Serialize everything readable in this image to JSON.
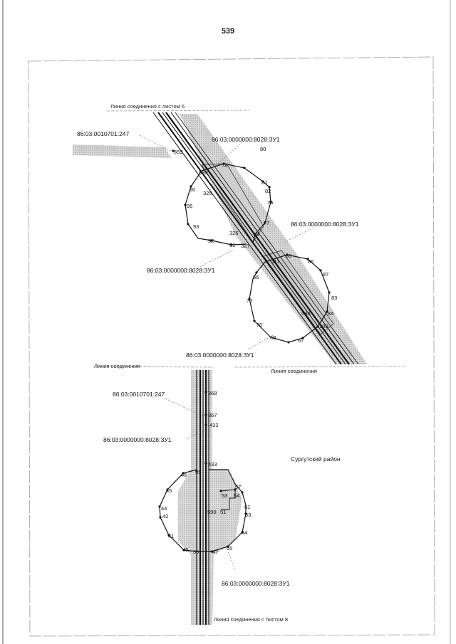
{
  "page": {
    "number": "539"
  },
  "colors": {
    "ink": "#111111",
    "hatch": "#bdbdbd",
    "hatch_dark": "#9a9a9a",
    "frame": "#888888"
  },
  "top_map": {
    "captions": {
      "join_sheet_6": "Линия соединения с листом 6",
      "join": "Линия соединения"
    },
    "parcels": {
      "p247": "86:03:0010701:247",
      "zu1_a": "86:03:0000000:8028:ЗУ1",
      "zu1_b": "86:03:0000000:8028:ЗУ1",
      "zu1_c": "86:03:0000000:8028:ЗУ1",
      "zu1_d": "86:03:0000000:8028:ЗУ1"
    },
    "points": {
      "p80": "80",
      "p78": "78",
      "p530": "530",
      "p81": "81",
      "p82": "82",
      "p76": "76",
      "p77": "77",
      "p98": "98",
      "p90": "90",
      "p325": "325",
      "p95": "95",
      "p93": "93",
      "p92": "92",
      "p91": "91",
      "p326": "326",
      "p327": "327",
      "p659": "659",
      "p85": "85",
      "p86": "86",
      "p87": "87",
      "p83": "83",
      "p84": "84",
      "p534": "534",
      "p100": "100",
      "p111": "111",
      "p66": "66",
      "p73": "73",
      "p70": "70",
      "p69": "69",
      "p67": "67"
    }
  },
  "bottom_map": {
    "captions": {
      "join_right": "Линия соединения",
      "district": "Сургутский район",
      "join_sheet_8": "Линия соединения с листом 8"
    },
    "parcels": {
      "p247": "86:03:0010701:247",
      "zu1_a": "86:03:0000000:8028:ЗУ1",
      "zu1_b": "86:03:0000000:8028:ЗУ1"
    },
    "points": {
      "p368": "368",
      "p367": "367",
      "p432": "432",
      "p433": "433",
      "p35": "35",
      "p46": "46",
      "p45": "45",
      "p44": "44",
      "p42": "42",
      "p41": "41",
      "p40": "40",
      "p39": "39",
      "p47": "47",
      "p57": "57",
      "p53": "53",
      "p54": "54",
      "p61": "61",
      "p63": "63",
      "p590": "590",
      "p51": "51",
      "p64": "64",
      "p65": "65"
    }
  }
}
